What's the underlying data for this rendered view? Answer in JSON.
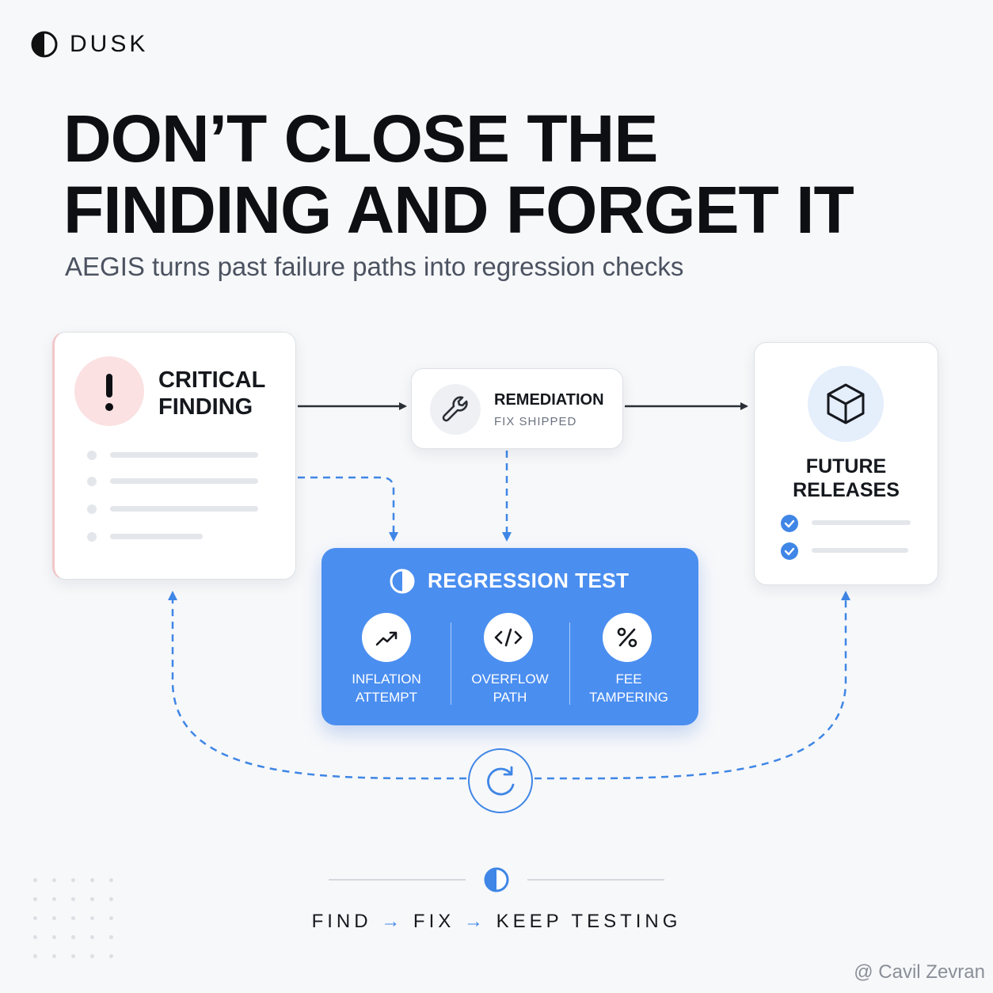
{
  "brand": {
    "name": "DUSK",
    "icon": "half-moon-icon"
  },
  "headline": {
    "line1": "DON’T CLOSE THE",
    "line2": "FINDING AND FORGET IT"
  },
  "subtitle": "AEGIS turns past failure paths into regression checks",
  "critical_card": {
    "title_line1": "CRITICAL",
    "title_line2": "FINDING",
    "icon": "exclamation-icon"
  },
  "remediation_card": {
    "title": "REMEDIATION",
    "subtitle": "FIX SHIPPED",
    "icon": "wrench-icon"
  },
  "future_card": {
    "title_line1": "FUTURE",
    "title_line2": "RELEASES",
    "icon": "cube-icon"
  },
  "regression": {
    "title": "REGRESSION TEST",
    "items": [
      {
        "line1": "INFLATION",
        "line2": "ATTEMPT",
        "icon": "trend-up-icon"
      },
      {
        "line1": "OVERFLOW",
        "line2": "PATH",
        "icon": "code-icon"
      },
      {
        "line1": "FEE",
        "line2": "TAMPERING",
        "icon": "percent-icon"
      }
    ]
  },
  "footer": {
    "step1": "FIND",
    "step2": "FIX",
    "step3": "KEEP TESTING",
    "arrow": "→"
  },
  "watermark": "@ Cavil Zevran",
  "colors": {
    "accent": "#4a8ef0",
    "alert_bg": "#fbe1e2",
    "text": "#111418"
  }
}
